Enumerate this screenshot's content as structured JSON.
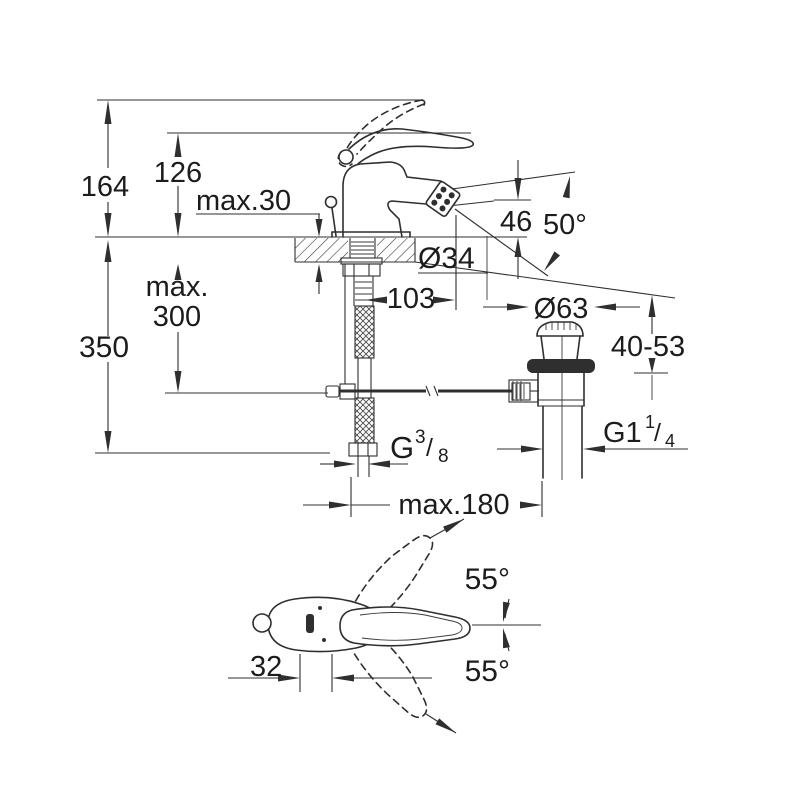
{
  "colors": {
    "line": "#2f2f2f",
    "text": "#1c1c1c",
    "background": "#ffffff"
  },
  "front_view": {
    "dim_total_height": "164",
    "dim_handle_height": "126",
    "dim_deck_thickness": "max.30",
    "dim_outlet_height": "46",
    "dim_spout_angle": "50°",
    "dim_shank_diameter": "Ø34",
    "dim_spout_reach": "103",
    "dim_hose_depth_line1": "max.",
    "dim_hose_depth_line2": "300",
    "dim_below_deck_height": "350",
    "dim_waste_flange_diameter": "Ø63",
    "dim_waste_clamp_range": "40-53",
    "supply_thread": {
      "prefix": "G",
      "numerator": "3",
      "slash": "/",
      "denominator": "8"
    },
    "waste_thread": {
      "prefix": "G1",
      "numerator": "1",
      "slash": "/",
      "denominator": "4"
    },
    "dim_center_distance": "max.180"
  },
  "top_view": {
    "dim_swing_up": "55°",
    "dim_swing_down": "55°",
    "dim_handle_offset": "32"
  }
}
